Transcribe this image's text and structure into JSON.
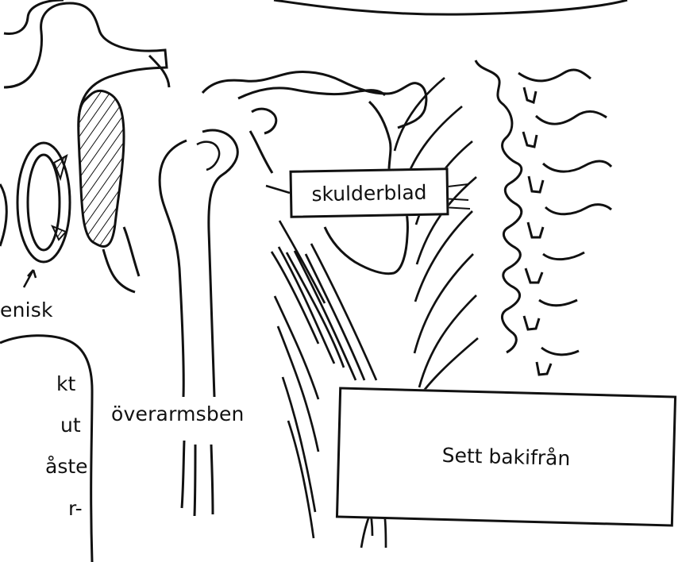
{
  "labels": {
    "skulderblad": "skulderblad",
    "menisk_partial": "enisk",
    "overarmsben": "överarmsben",
    "sett_bakifran": "Sett bakifrån"
  },
  "left_note_partial_lines": [
    "kt",
    "ut",
    "åste",
    "r-"
  ]
}
